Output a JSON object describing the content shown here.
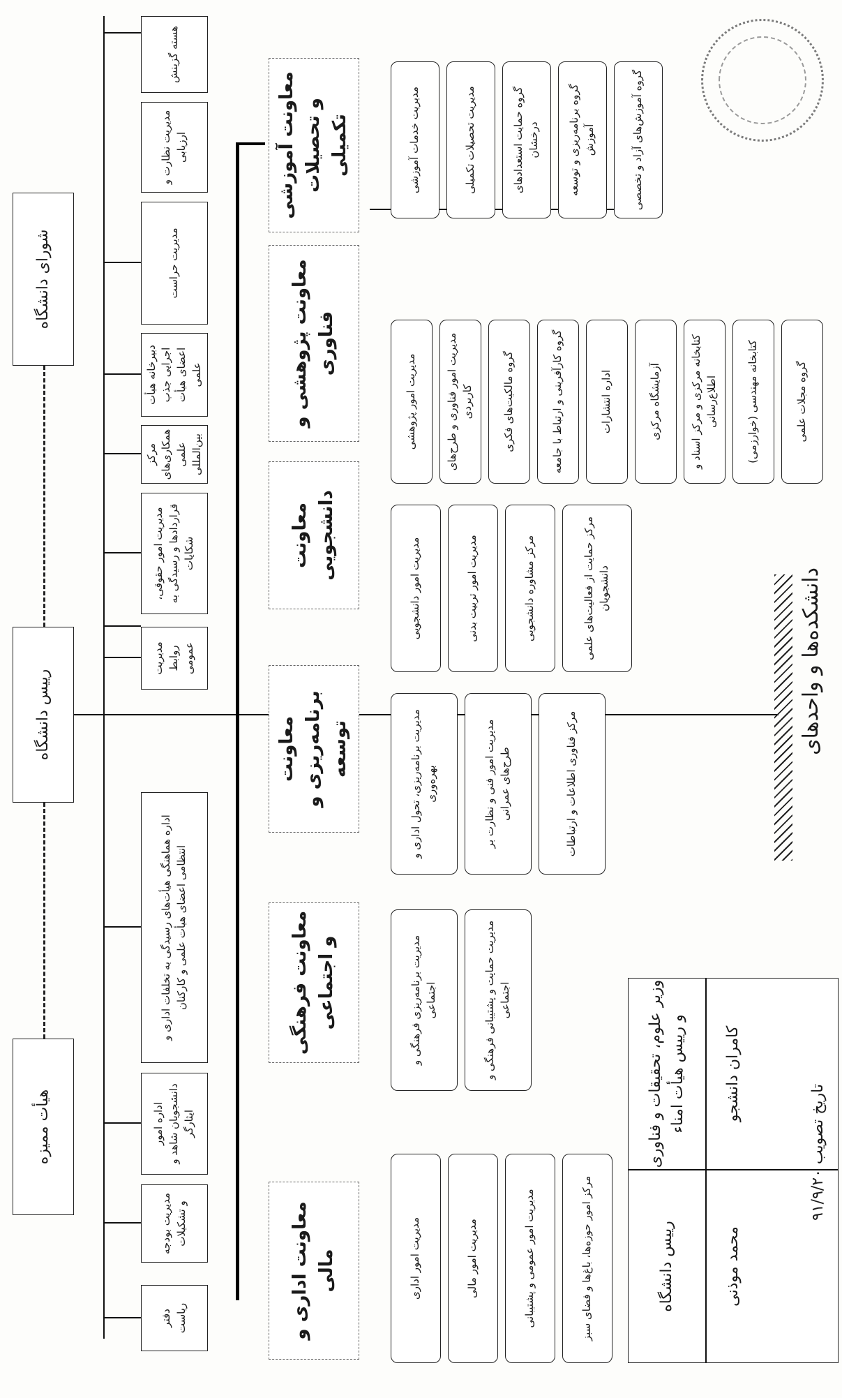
{
  "top_level": {
    "trustees": "هیأت ممیزه",
    "president": "رییس دانشگاه",
    "council": "شورای دانشگاه"
  },
  "staff_units": [
    "دفتر ریاست",
    "مدیریت بودجه و تشکیلات",
    "اداره امور دانشجویان شاهد و ایثارگر",
    "اداره هماهنگی هیأت‌های رسیدگی به تخلفات اداری و انتظامی اعضای هیأت علمی و کارکنان",
    "مدیریت روابط عمومی",
    "مدیریت امور حقوقی، قراردادها و رسیدگی به شکایات",
    "مرکز همکاری‌های علمی بین‌المللی",
    "دبیرخانه هیأت اجرایی جذب اعضای هیأت علمی",
    "مدیریت حراست",
    "مدیریت نظارت و ارزیابی",
    "هسته گزینش"
  ],
  "deputies": [
    {
      "title": "معاونت آموزشی و تحصیلات تکمیلی",
      "units": [
        "مدیریت خدمات آموزشی",
        "مدیریت تحصیلات تکمیلی",
        "گروه حمایت استعدادهای درخشان",
        "گروه برنامه‌ریزی و توسعه آموزش",
        "گروه آموزش‌های آزاد و تخصصی"
      ]
    },
    {
      "title": "معاونت پژوهشی و فناوری",
      "units": [
        "مدیریت امور پژوهشی",
        "مدیریت امور فناوری و طرح‌های کاربردی",
        "گروه مالکیت‌های فکری",
        "گروه کارآفرینی و ارتباط با جامعه",
        "اداره انتشارات",
        "آزمایشگاه مرکزی",
        "کتابخانه مرکزی و مرکز اسناد و اطلاع‌رسانی",
        "کتابخانه مهندسی (خوارزمی)",
        "گروه مجلات علمی"
      ]
    },
    {
      "title": "معاونت دانشجویی",
      "units": [
        "مدیریت امور دانشجویی",
        "مدیریت امور تربیت بدنی",
        "مرکز مشاوره دانشجویی",
        "مرکز حمایت از فعالیت‌های علمی دانشجویان"
      ]
    },
    {
      "title": "معاونت برنامه‌ریزی و توسعه",
      "units": [
        "مدیریت برنامه‌ریزی، تحول اداری و بهره‌وری",
        "مدیریت امور فنی و نظارت بر طرح‌های عمرانی",
        "مرکز فناوری اطلاعات و ارتباطات"
      ]
    },
    {
      "title": "معاونت فرهنگی و اجتماعی",
      "units": [
        "مدیریت برنامه‌ریزی فرهنگی و اجتماعی",
        "مدیریت حمایت و پشتیبانی فرهنگی و اجتماعی"
      ]
    },
    {
      "title": "معاونت اداری و مالی",
      "units": [
        "مدیریت امور اداری",
        "مدیریت امور مالی",
        "مدیریت امور عمومی و پشتیبانی",
        "مرکز امور حوزه‌ها، باغ‌ها و فضای سبز"
      ]
    }
  ],
  "faculties_label": "دانشکده‌ها و واحدهای",
  "signatures": {
    "left_role": "رییس دانشگاه",
    "left_name": "محمد موذنی",
    "right_role": "وزیر علوم، تحقیقات و فناوری و رییس هیأت امناء",
    "right_name": "کامران دانشجو",
    "approval_label": "تاریخ تصویب",
    "approval_date": "۹۱/۹/۲۰"
  },
  "seal_icon": "university-seal-icon",
  "signature_icon": "handwritten-signature-icon"
}
